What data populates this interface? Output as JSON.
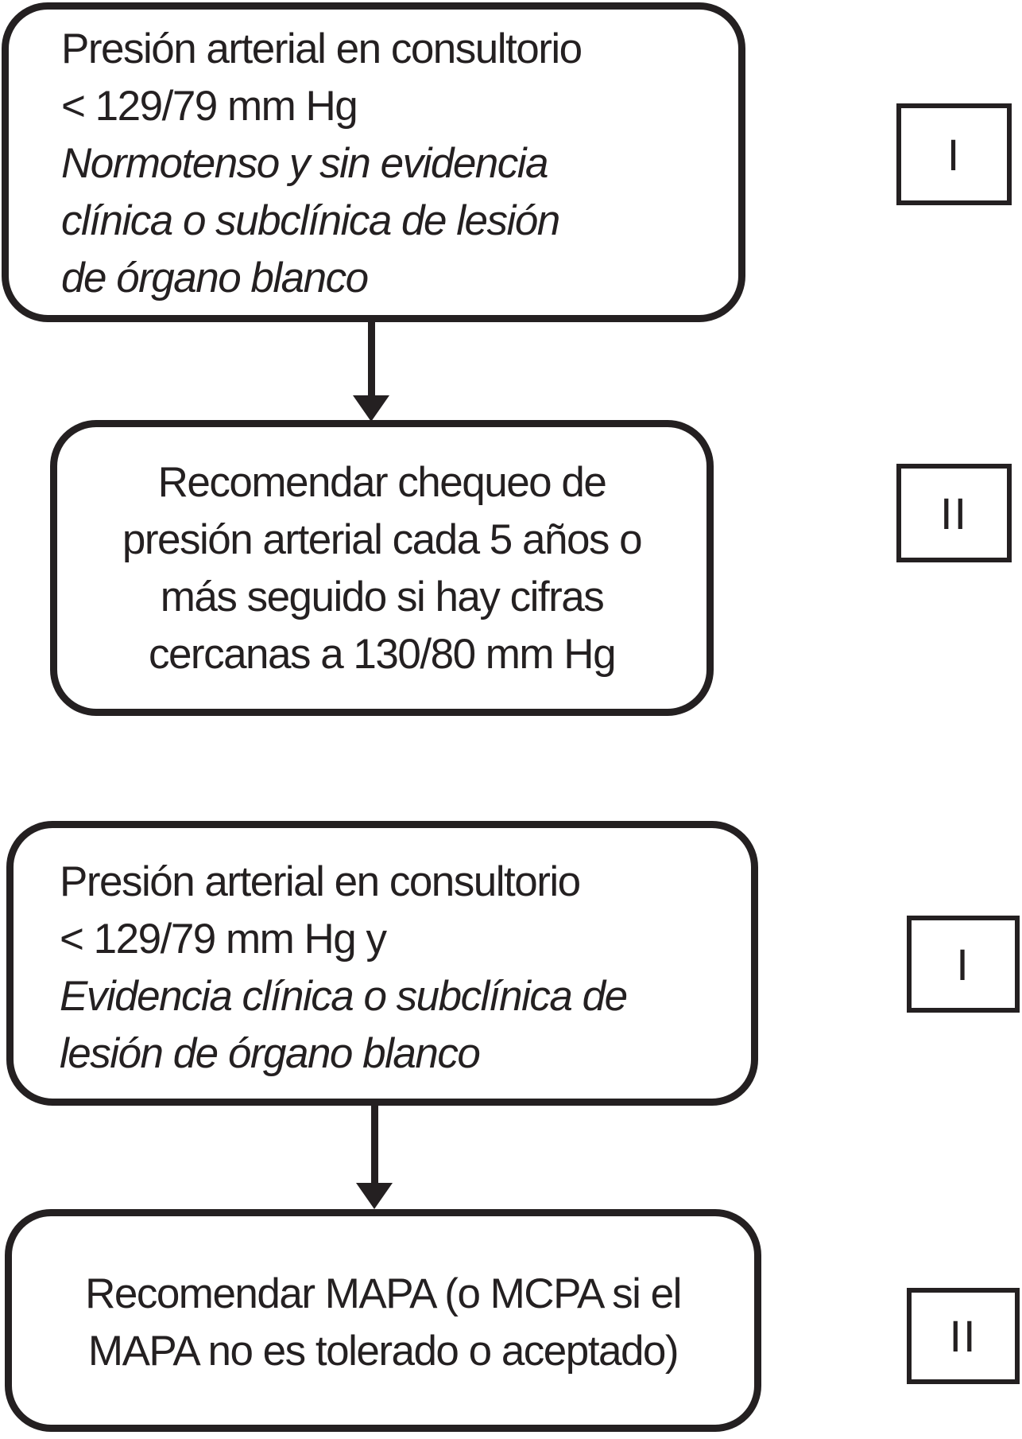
{
  "figure": {
    "type": "flowchart",
    "background_color": "#ffffff",
    "ink_color": "#242021"
  },
  "flows": [
    {
      "condition": {
        "lines": [
          {
            "text": "Presión arterial en consultorio",
            "emphasis": "normal"
          },
          {
            "text": "< 129/79 mm Hg",
            "emphasis": "normal"
          },
          {
            "text": "Normotenso y sin evidencia",
            "emphasis": "italic"
          },
          {
            "text": "clínica o subclínica de lesión",
            "emphasis": "italic"
          },
          {
            "text": "de órgano blanco",
            "emphasis": "italic"
          }
        ],
        "class_badge": "I"
      },
      "action": {
        "lines": [
          {
            "text": "Recomendar chequeo de",
            "emphasis": "normal"
          },
          {
            "text": "presión arterial cada 5 años o",
            "emphasis": "normal"
          },
          {
            "text": "más seguido si hay cifras",
            "emphasis": "normal"
          },
          {
            "text": "cercanas a 130/80 mm Hg",
            "emphasis": "normal"
          }
        ],
        "class_badge": "II"
      }
    },
    {
      "condition": {
        "lines": [
          {
            "text": "Presión arterial en consultorio",
            "emphasis": "normal"
          },
          {
            "text": "< 129/79 mm Hg y",
            "emphasis": "normal"
          },
          {
            "text": "Evidencia clínica o subclínica de",
            "emphasis": "italic"
          },
          {
            "text": "lesión de órgano blanco",
            "emphasis": "italic"
          }
        ],
        "class_badge": "I"
      },
      "action": {
        "lines": [
          {
            "text": "Recomendar MAPA (o MCPA si el",
            "emphasis": "normal"
          },
          {
            "text": "MAPA no es tolerado o aceptado)",
            "emphasis": "normal"
          }
        ],
        "class_badge": "II"
      }
    }
  ]
}
